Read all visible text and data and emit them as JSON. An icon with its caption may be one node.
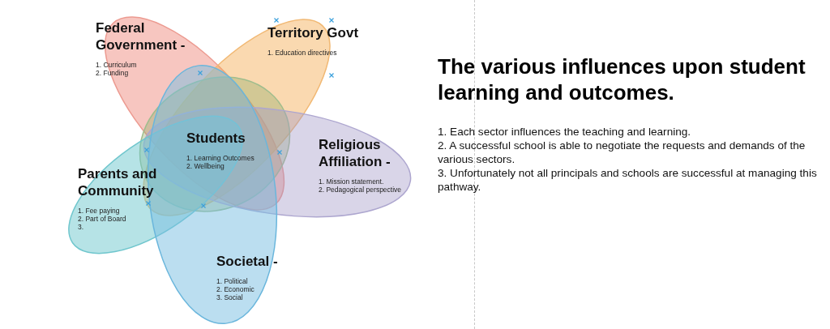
{
  "diagram": {
    "title": "The various influences upon student learning and outcomes.",
    "nodes": [
      {
        "text": [
          "Federal Government -",
          "1. Curriculum",
          "2. Funding"
        ]
      },
      {
        "text": [
          "Territory Govt",
          "1. Education directives"
        ]
      },
      {
        "text": [
          "Students",
          "1. Learning Outcomes",
          "2. Wellbeing"
        ]
      },
      {
        "text": [
          "Religious Affiliation -",
          "1. Mission statement.",
          "2. Pedagogical perspective"
        ]
      },
      {
        "text": [
          "Parents and Community",
          "1. Fee paying",
          "2. Part of Board",
          "3."
        ]
      },
      {
        "text": [
          "Societal -",
          "1. Political",
          "2. Economic",
          "3. Social"
        ]
      }
    ],
    "labels": [
      "1. Each sector influences the teaching and learning.",
      "2. A successful school is able to negotiate the requests and demands of the various sectors.",
      "3. Unfortunately not all principals and schools are successful at managing this pathway."
    ]
  }
}
